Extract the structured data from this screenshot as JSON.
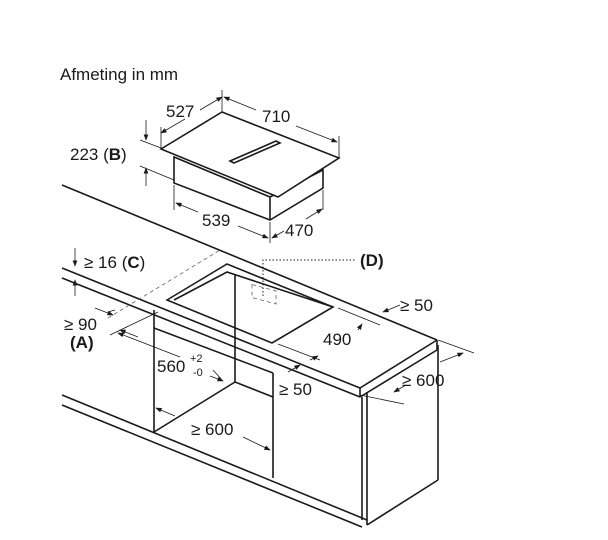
{
  "title": "Afmeting in mm",
  "hob": {
    "depth": "527",
    "width": "710",
    "height": "223",
    "height_ref": "B",
    "base_width": "539",
    "base_depth": "470"
  },
  "worktop": {
    "thickness": "≥ 16",
    "thickness_ref": "C",
    "detail_ref": "(D)",
    "front_min": "≥ 90",
    "front_ref": "(A)",
    "back_min": "≥ 50",
    "cutout_depth": "490",
    "cutout_width": "560",
    "cutout_tol_plus": "+2",
    "cutout_tol_minus": "-0",
    "side_min": "≥ 50",
    "depth_min": "≥ 600",
    "cabinet_width_min": "≥ 600"
  }
}
